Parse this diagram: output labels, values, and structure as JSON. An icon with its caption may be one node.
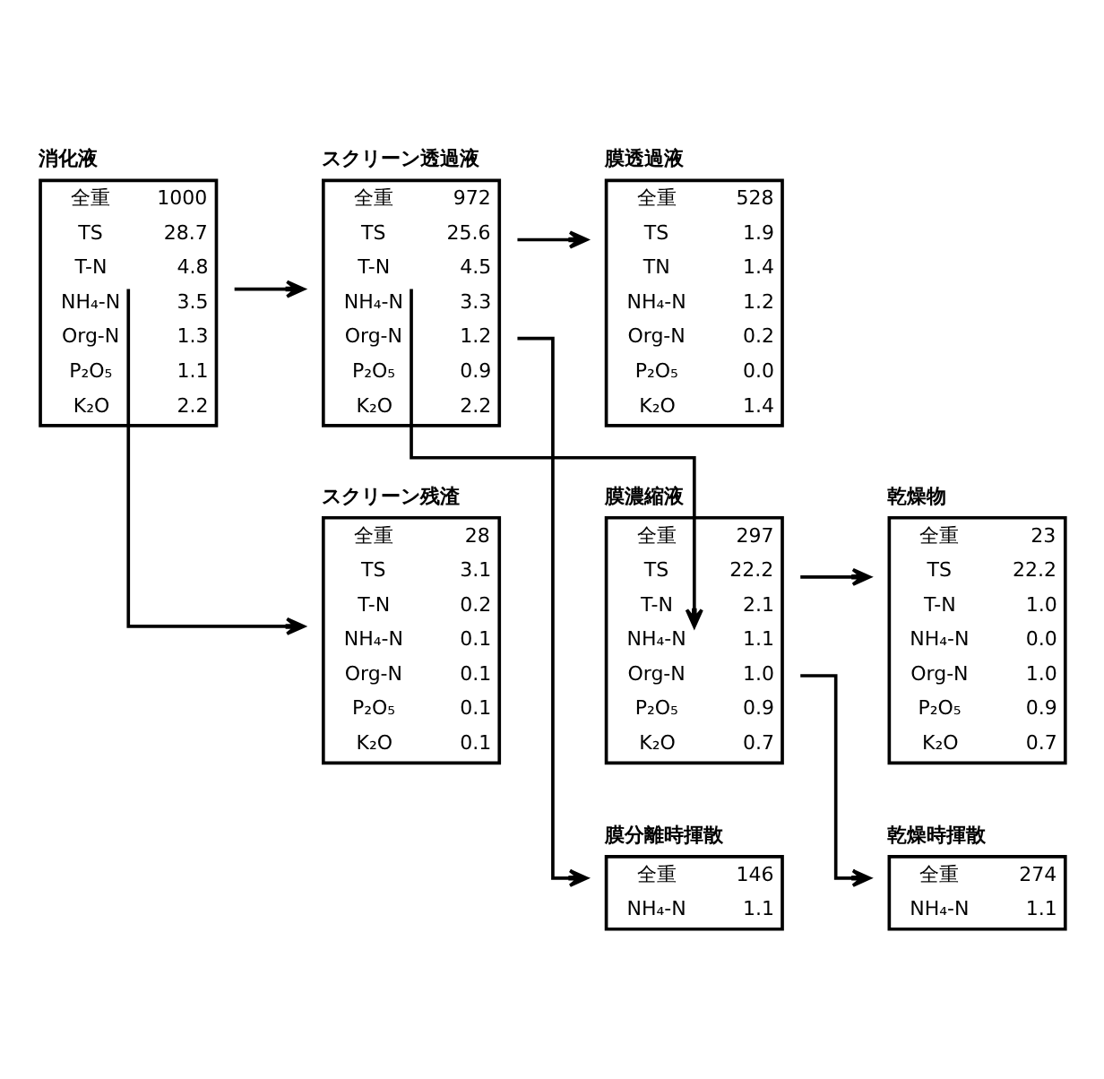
{
  "diagram": {
    "nodes": [
      {
        "text": [
          "消化液",
          "全重",
          "1000",
          "TS",
          "28.7",
          "T-N",
          "4.8",
          "NH₄-N",
          "3.5",
          "Org-N",
          "1.3",
          "P₂O₅",
          "1.1",
          "K₂O",
          "2.2"
        ]
      },
      {
        "text": [
          "スクリーン透過液",
          "全重",
          "972",
          "TS",
          "25.6",
          "T-N",
          "4.5",
          "NH₄-N",
          "3.3",
          "Org-N",
          "1.2",
          "P₂O₅",
          "0.9",
          "K₂O",
          "2.2"
        ]
      },
      {
        "text": [
          "膜透過液",
          "全重",
          "528",
          "TS",
          "1.9",
          "TN",
          "1.4",
          "NH₄-N",
          "1.2",
          "Org-N",
          "0.2",
          "P₂O₅",
          "0.0",
          "K₂O",
          "1.4"
        ]
      },
      {
        "text": [
          "スクリーン残渣",
          "全重",
          "28",
          "TS",
          "3.1",
          "T-N",
          "0.2",
          "NH₄-N",
          "0.1",
          "Org-N",
          "0.1",
          "P₂O₅",
          "0.1",
          "K₂O",
          "0.1"
        ]
      },
      {
        "text": [
          "膜濃縮液",
          "全重",
          "297",
          "TS",
          "22.2",
          "T-N",
          "2.1",
          "NH₄-N",
          "1.1",
          "Org-N",
          "1.0",
          "P₂O₅",
          "0.9",
          "K₂O",
          "0.7"
        ]
      },
      {
        "text": [
          "乾燥物",
          "全重",
          "23",
          "TS",
          "22.2",
          "T-N",
          "1.0",
          "NH₄-N",
          "0.0",
          "Org-N",
          "1.0",
          "P₂O₅",
          "0.9",
          "K₂O",
          "0.7"
        ]
      },
      {
        "text": [
          "膜分離時揮散",
          "全重",
          "146",
          "NH₄-N",
          "1.1"
        ]
      },
      {
        "text": [
          "乾燥時揮散",
          "全重",
          "274",
          "NH₄-N",
          "1.1"
        ]
      }
    ],
    "edges": [
      {
        "from": 0,
        "to": 1,
        "arrow": "to"
      },
      {
        "from": 0,
        "to": 3,
        "arrow": "to"
      },
      {
        "from": 1,
        "to": 2,
        "arrow": "to"
      },
      {
        "from": 1,
        "to": 4,
        "arrow": "to"
      },
      {
        "from": 1,
        "to": 6,
        "arrow": "to"
      },
      {
        "from": 4,
        "to": 5,
        "arrow": "to"
      },
      {
        "from": 4,
        "to": 7,
        "arrow": "to"
      }
    ]
  }
}
